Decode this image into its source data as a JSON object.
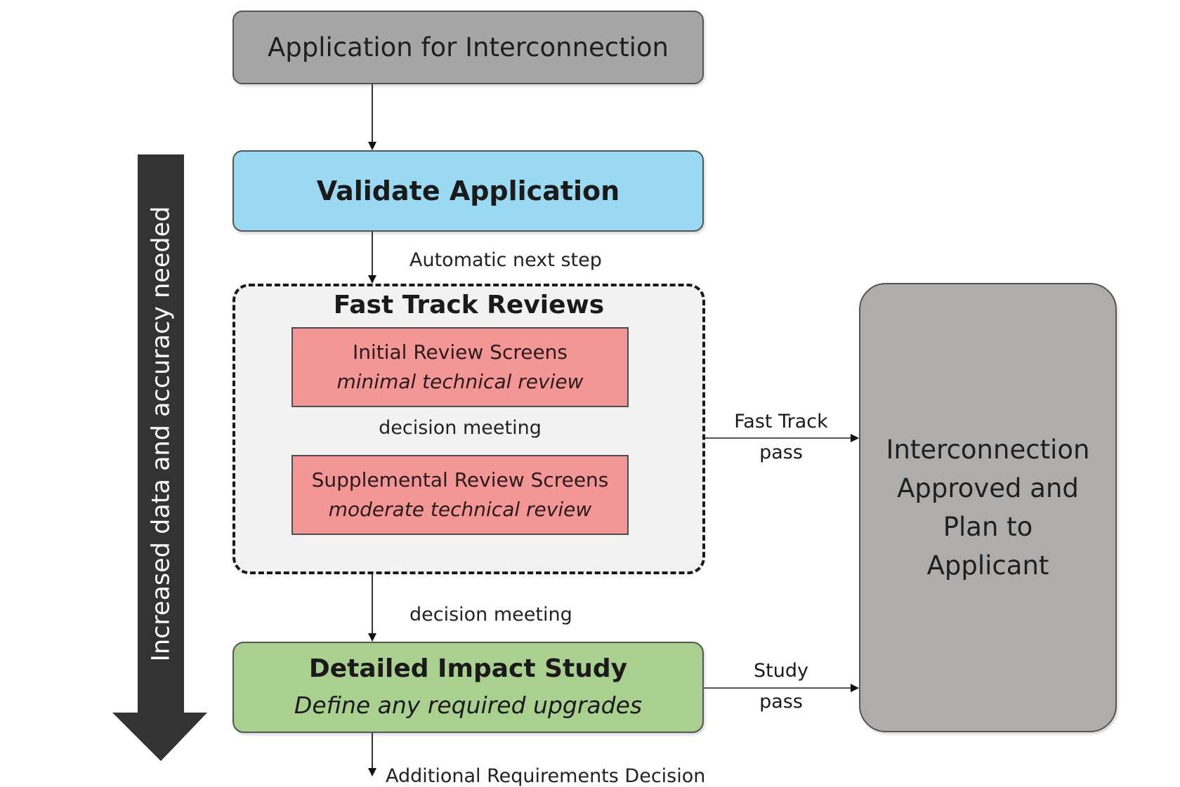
{
  "diagram": {
    "nodes": {
      "application": {
        "label": "Application for Interconnection",
        "color": "#a6a6a6"
      },
      "validate": {
        "label": "Validate Application",
        "color": "#99d9f2"
      },
      "fast_track": {
        "title": "Fast Track Reviews",
        "initial": {
          "title": "Initial Review Screens",
          "subtitle": "minimal technical review",
          "color": "#f29696"
        },
        "between_label": "decision meeting",
        "supplemental": {
          "title": "Supplemental Review Screens",
          "subtitle": "moderate technical review",
          "color": "#f29696"
        }
      },
      "impact_study": {
        "title": "Detailed Impact Study",
        "subtitle": "Define any required upgrades",
        "color": "#a9d08e"
      },
      "approved": {
        "lines": [
          "Interconnection",
          "Approved and",
          "Plan to",
          "Applicant"
        ],
        "color": "#aeadac"
      }
    },
    "edges": {
      "validate_to_fast_track": "Automatic next step",
      "fast_track_to_study": "decision meeting",
      "study_to_additional": "Additional Requirements Decision",
      "fast_track_pass": [
        "Fast Track",
        "pass"
      ],
      "study_pass": [
        "Study",
        "pass"
      ]
    },
    "side_arrow": {
      "label": "Increased data and accuracy needed",
      "color": "#333333"
    }
  }
}
